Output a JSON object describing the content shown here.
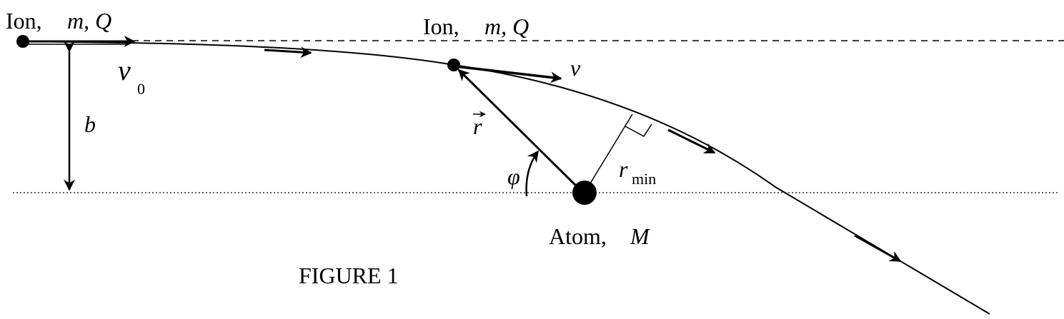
{
  "figure_caption": "FIGURE 1",
  "ion_initial": {
    "name": "Ion,",
    "symbols": "m, Q"
  },
  "ion_current": {
    "name": "Ion,",
    "symbols": "m, Q"
  },
  "atom": {
    "name": "Atom,",
    "symbol": "M"
  },
  "labels": {
    "initial_velocity": "v",
    "initial_velocity_sub": "0",
    "current_velocity": "v",
    "impact_parameter": "b",
    "position_vector": "r",
    "angle": "φ",
    "min_distance": "r",
    "min_distance_sub": "min"
  }
}
